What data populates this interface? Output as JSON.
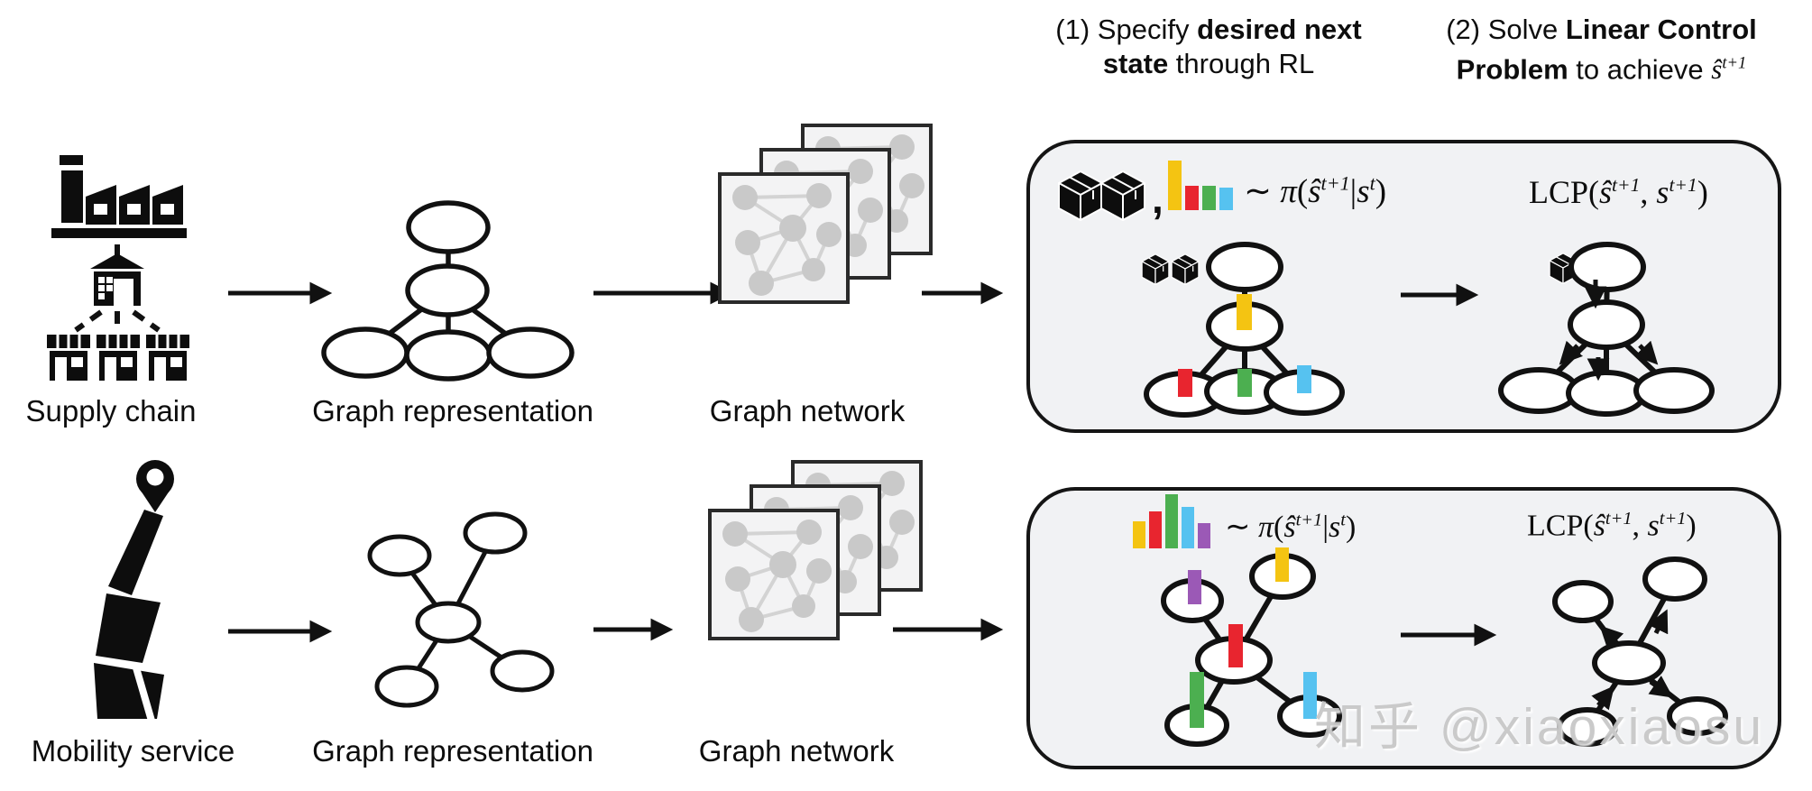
{
  "headers": {
    "step1": {
      "l1_normal": "(1) Specify ",
      "l1_bold": "desired next",
      "l2_bold": "state",
      "l2_normal": " through RL"
    },
    "step2": {
      "l1_normal": "(2) Solve ",
      "l1_bold": "Linear Control",
      "l2_bold": "Problem",
      "l2_normal": " to achieve ",
      "var": "ŝ",
      "sup": "t+1"
    }
  },
  "rows": {
    "supply": {
      "source_label": "Supply chain",
      "graph_label": "Graph representation",
      "network_label": "Graph network"
    },
    "mobility": {
      "source_label": "Mobility service",
      "graph_label": "Graph representation",
      "network_label": "Graph network"
    }
  },
  "math": {
    "pi": {
      "tilde": "∼ ",
      "pi": "π",
      "op": "(",
      "s1": "ŝ",
      "e1": "t+1",
      "mid": "|",
      "s2": "s",
      "e2": "t",
      "cp": ")"
    },
    "lcp": {
      "fn": "LCP",
      "op": "(",
      "s1": "ŝ",
      "e1": "t+1",
      "mid": ", ",
      "s2": "s",
      "e2": "t+1",
      "cp": ")"
    },
    "comma": ","
  },
  "colors": {
    "yellow": "#F4C412",
    "red": "#E8252F",
    "green": "#4CAF50",
    "blue": "#56C2F0",
    "purple": "#9B59B6",
    "ink": "#111111",
    "panel_bg": "#F1F2F4",
    "gray_node": "#C9C9C9",
    "gray_edge": "#D3D3D3"
  },
  "histograms": {
    "supply_policy": [
      {
        "color": "yellow",
        "h": 55
      },
      {
        "color": "red",
        "h": 27
      },
      {
        "color": "green",
        "h": 27
      },
      {
        "color": "blue",
        "h": 25
      }
    ],
    "mobility_policy": [
      {
        "color": "yellow",
        "h": 30
      },
      {
        "color": "red",
        "h": 41
      },
      {
        "color": "green",
        "h": 60
      },
      {
        "color": "blue",
        "h": 46
      },
      {
        "color": "purple",
        "h": 28
      }
    ]
  },
  "watermark": "知乎 @xiaoxiaosu"
}
